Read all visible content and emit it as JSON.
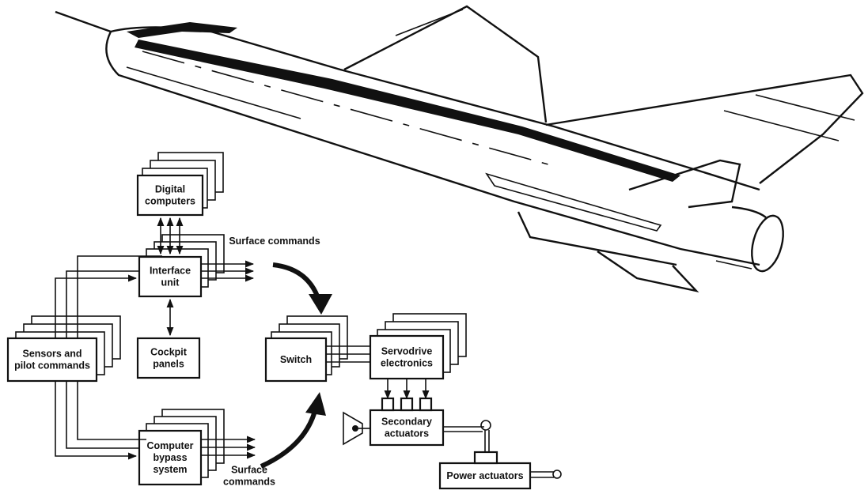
{
  "diagram": {
    "blocks": {
      "digital_computers": [
        "Digital",
        "computers"
      ],
      "interface_unit": [
        "Interface",
        "unit"
      ],
      "cockpit_panels": [
        "Cockpit",
        "panels"
      ],
      "sensors": [
        "Sensors and",
        "pilot commands"
      ],
      "bypass": [
        "Computer",
        "bypass",
        "system"
      ],
      "switch": [
        "Switch"
      ],
      "servodrive": [
        "Servodrive",
        "electronics"
      ],
      "secondary": [
        "Secondary",
        "actuators"
      ],
      "power": [
        "Power actuators"
      ]
    },
    "labels": {
      "surface_commands_top": "Surface commands",
      "surface_commands_bottom": [
        "Surface",
        "commands"
      ]
    }
  }
}
